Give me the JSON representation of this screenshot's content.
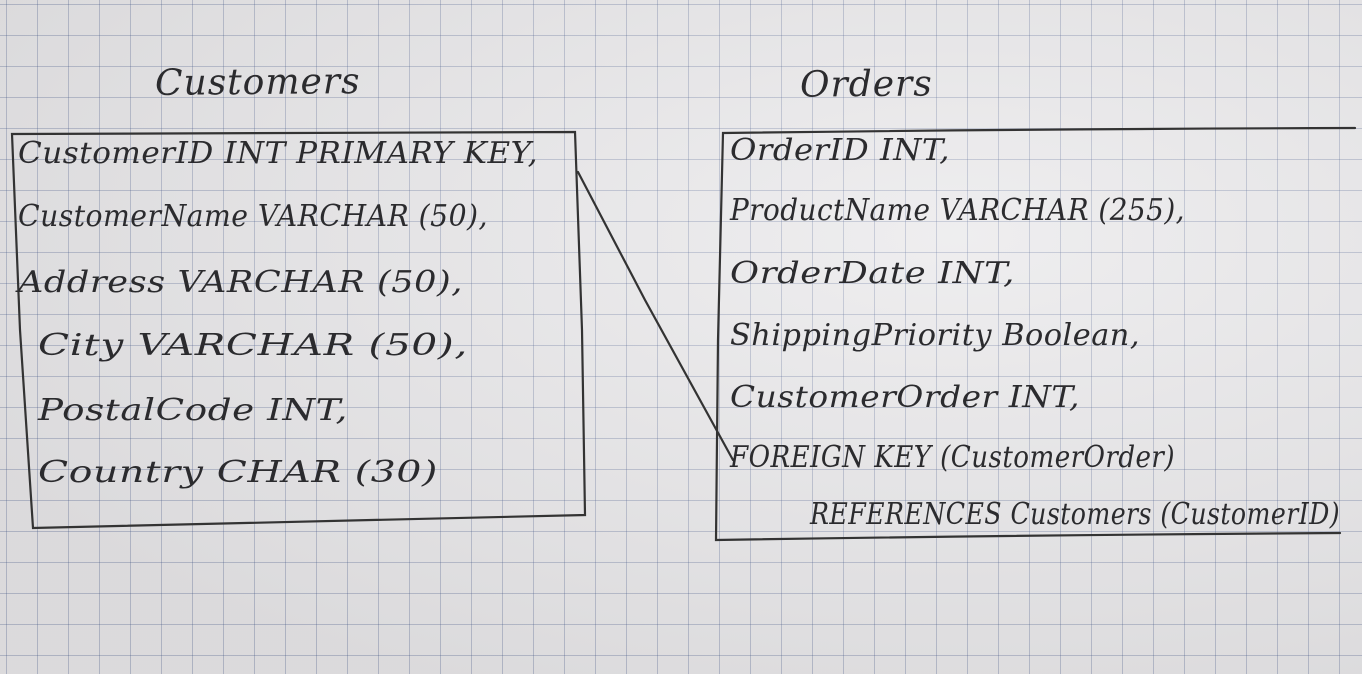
{
  "tables": {
    "customers": {
      "title": "Customers",
      "rows": [
        "CustomerID INT PRIMARY KEY,",
        "CustomerName VARCHAR (50),",
        "Address VARCHAR (50),",
        "City VARCHAR (50),",
        "PostalCode INT,",
        "Country CHAR (30)"
      ]
    },
    "orders": {
      "title": "Orders",
      "rows": [
        "OrderID INT,",
        "ProductName VARCHAR (255),",
        "OrderDate INT,",
        "ShippingPriority Boolean,",
        "CustomerOrder INT,",
        "FOREIGN KEY (CustomerOrder)",
        "REFERENCES Customers (CustomerID)"
      ]
    }
  }
}
